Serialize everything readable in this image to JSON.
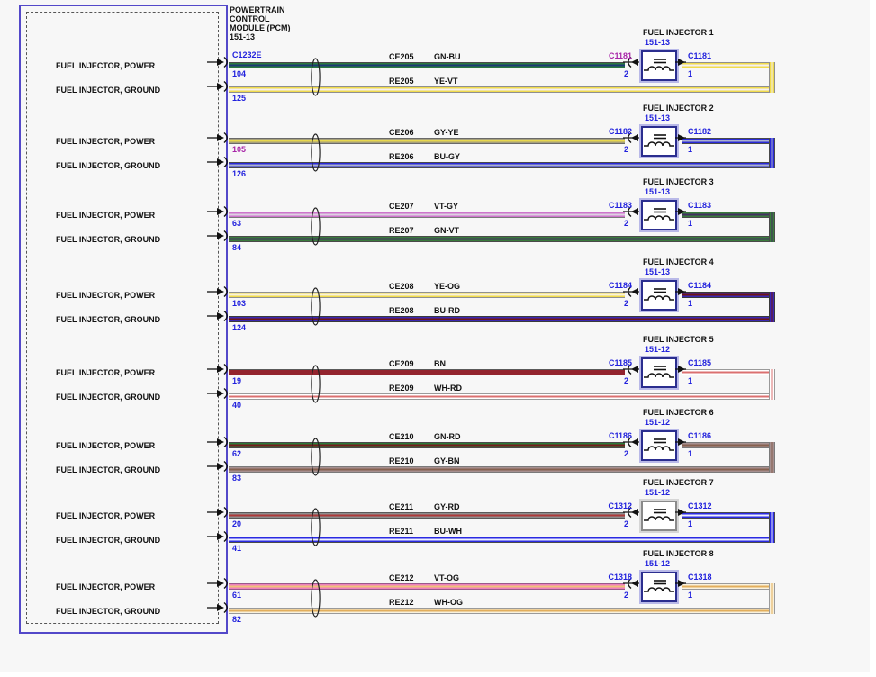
{
  "pcm": {
    "title_lines": [
      "POWERTRAIN",
      "CONTROL",
      "MODULE (PCM)"
    ],
    "ref": "151-13"
  },
  "colors": {
    "link_blue": "#2222dd",
    "link_purple": "#a825a8",
    "pcm_border": "#5348c9",
    "box_navy": "#2b2e8f",
    "box_navy_glow": "#b9b9e8",
    "box_gray": "#8a8a8a",
    "box_gray_glow": "#d6d6d6",
    "background": "#f7f7f7"
  },
  "rows": [
    {
      "injector": "FUEL INJECTOR 1",
      "ref": "151-13",
      "pcm_connector": "C1232E",
      "pcm_power_label": "FUEL INJECTOR, POWER",
      "pcm_ground_label": "FUEL INJECTOR, GROUND",
      "left_connector": "C1181",
      "left_pin": "2",
      "right_connector": "C1181",
      "right_pin": "1",
      "left_connector_color": "purple",
      "power": {
        "circuit": "CE205",
        "color_code": "GN-BU",
        "pin": "104",
        "base": "#2c7a40",
        "stripe": "#1b3a75",
        "edge": "#4a4a4a"
      },
      "ground": {
        "circuit": "RE205",
        "color_code": "YE-VT",
        "pin": "125",
        "base": "#f0db4d",
        "stripe": "#f5eff2",
        "edge": "#8f8f8f"
      }
    },
    {
      "injector": "FUEL INJECTOR 2",
      "ref": "151-13",
      "pcm_power_label": "FUEL INJECTOR, POWER",
      "pcm_ground_label": "FUEL INJECTOR, GROUND",
      "left_connector": "C1182",
      "left_pin": "2",
      "right_connector": "C1182",
      "right_pin": "1",
      "power_pin_color": "purple",
      "power": {
        "circuit": "CE206",
        "color_code": "GY-YE",
        "pin": "105",
        "base": "#a7a17b",
        "stripe": "#e8d84e",
        "edge": "#6a6a6a"
      },
      "ground": {
        "circuit": "RE206",
        "color_code": "BU-GY",
        "pin": "126",
        "base": "#2a2ad6",
        "stripe": "#aab0cf",
        "edge": "#4a4a4a"
      }
    },
    {
      "injector": "FUEL INJECTOR 3",
      "ref": "151-13",
      "pcm_power_label": "FUEL INJECTOR, POWER",
      "pcm_ground_label": "FUEL INJECTOR, GROUND",
      "left_connector": "C1183",
      "left_pin": "2",
      "right_connector": "C1183",
      "right_pin": "1",
      "power": {
        "circuit": "CE207",
        "color_code": "VT-GY",
        "pin": "63",
        "base": "#ce74cc",
        "stripe": "#ded2e2",
        "edge": "#7a7a7a"
      },
      "ground": {
        "circuit": "RE207",
        "color_code": "GN-VT",
        "pin": "84",
        "base": "#3b7c3d",
        "stripe": "#433061",
        "edge": "#4a4a4a"
      }
    },
    {
      "injector": "FUEL INJECTOR 4",
      "ref": "151-13",
      "pcm_power_label": "FUEL INJECTOR, POWER",
      "pcm_ground_label": "FUEL INJECTOR, GROUND",
      "left_connector": "C1184",
      "left_pin": "2",
      "right_connector": "C1184",
      "right_pin": "1",
      "power": {
        "circuit": "CE208",
        "color_code": "YE-OG",
        "pin": "103",
        "base": "#f0db4d",
        "stripe": "#f9f2da",
        "edge": "#8f8f8f"
      },
      "ground": {
        "circuit": "RE208",
        "color_code": "BU-RD",
        "pin": "124",
        "base": "#3b28b2",
        "stripe": "#6f1515",
        "edge": "#3a3a3a"
      }
    },
    {
      "injector": "FUEL INJECTOR 5",
      "ref": "151-12",
      "pcm_power_label": "FUEL INJECTOR, POWER",
      "pcm_ground_label": "FUEL INJECTOR, GROUND",
      "left_connector": "C1185",
      "left_pin": "2",
      "right_connector": "C1185",
      "right_pin": "1",
      "power": {
        "circuit": "CE209",
        "color_code": "BN",
        "pin": "19",
        "base": "#93242e",
        "stripe": "#93242e",
        "edge": "#5a5a5a"
      },
      "ground": {
        "circuit": "RE209",
        "color_code": "WH-RD",
        "pin": "40",
        "base": "#ffffff",
        "stripe": "#db7070",
        "edge": "#9a9a9a"
      }
    },
    {
      "injector": "FUEL INJECTOR 6",
      "ref": "151-12",
      "pcm_power_label": "FUEL INJECTOR, POWER",
      "pcm_ground_label": "FUEL INJECTOR, GROUND",
      "left_connector": "C1186",
      "left_pin": "2",
      "right_connector": "C1186",
      "right_pin": "1",
      "power": {
        "circuit": "CE210",
        "color_code": "GN-RD",
        "pin": "62",
        "base": "#2d7a39",
        "stripe": "#741d1d",
        "edge": "#4a4a4a"
      },
      "ground": {
        "circuit": "RE210",
        "color_code": "GY-BN",
        "pin": "83",
        "base": "#a69090",
        "stripe": "#87614f",
        "edge": "#7a7a7a"
      }
    },
    {
      "injector": "FUEL INJECTOR 7",
      "ref": "151-12",
      "box_style": "gray",
      "pcm_power_label": "FUEL INJECTOR, POWER",
      "pcm_ground_label": "FUEL INJECTOR, GROUND",
      "left_connector": "C1312",
      "left_pin": "2",
      "right_connector": "C1312",
      "right_pin": "1",
      "power": {
        "circuit": "CE211",
        "color_code": "GY-RD",
        "pin": "20",
        "base": "#8e8e8e",
        "stripe": "#ae3a3a",
        "edge": "#5a5a5a"
      },
      "ground": {
        "circuit": "RE211",
        "color_code": "BU-WH",
        "pin": "41",
        "base": "#2a2ae2",
        "stripe": "#eef0ff",
        "edge": "#4a4a4a"
      }
    },
    {
      "injector": "FUEL INJECTOR 8",
      "ref": "151-12",
      "pcm_power_label": "FUEL INJECTOR, POWER",
      "pcm_ground_label": "FUEL INJECTOR, GROUND",
      "left_connector": "C1318",
      "left_pin": "2",
      "right_connector": "C1318",
      "right_pin": "1",
      "power": {
        "circuit": "CE212",
        "color_code": "VT-OG",
        "pin": "61",
        "base": "#ee80bb",
        "stripe": "#f0c27a",
        "edge": "#9a5a8a"
      },
      "ground": {
        "circuit": "RE212",
        "color_code": "WH-OG",
        "pin": "82",
        "base": "#f9f1dd",
        "stripe": "#e2ae5c",
        "edge": "#9a9a9a"
      }
    }
  ]
}
